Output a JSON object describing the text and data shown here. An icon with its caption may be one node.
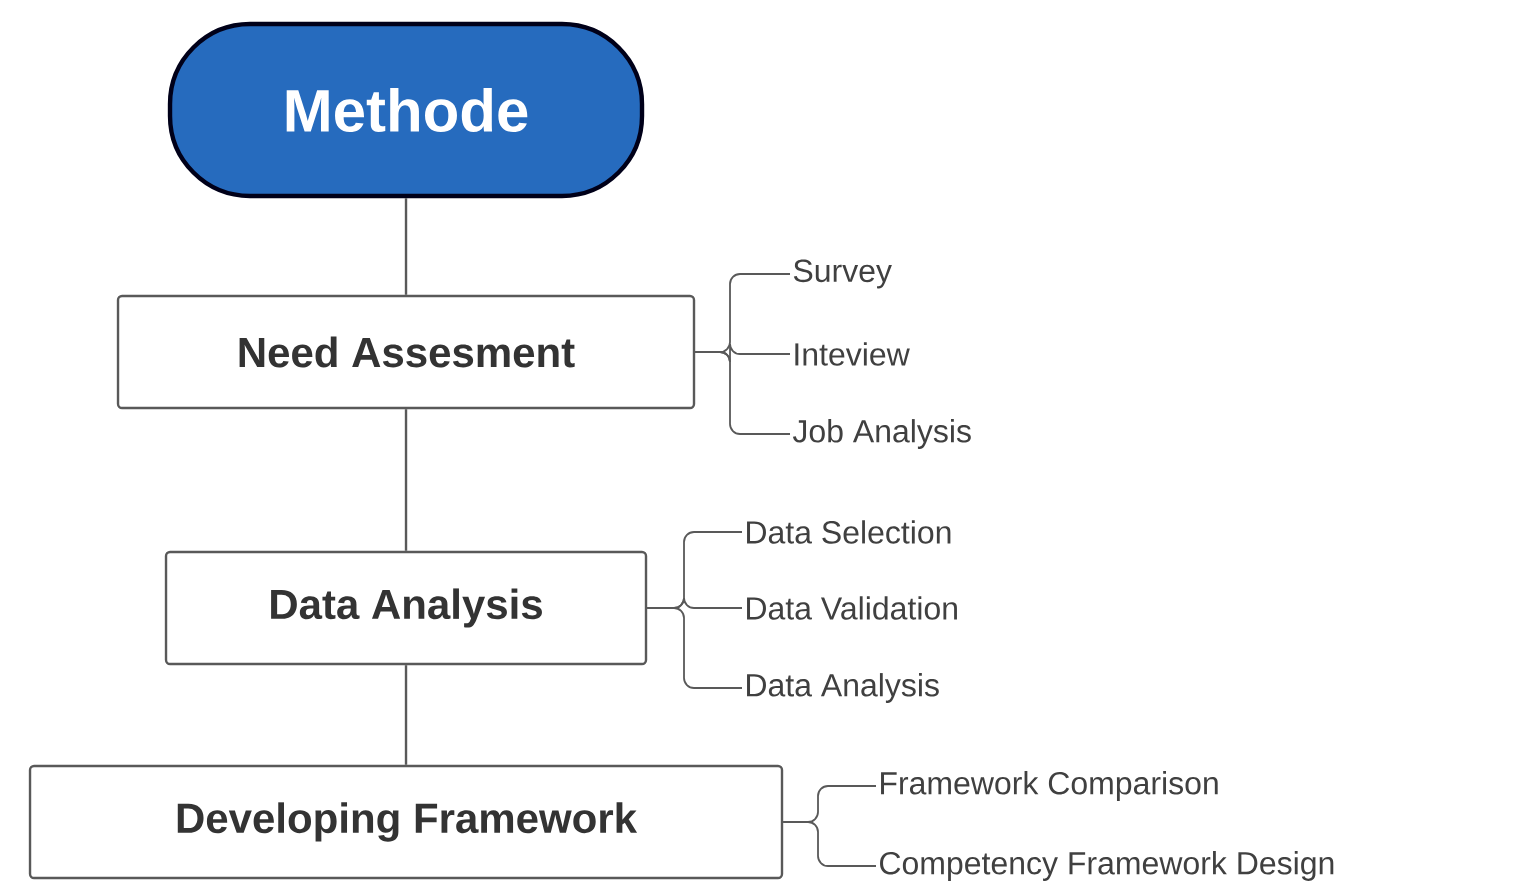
{
  "diagram": {
    "nodes": [
      {
        "text": [
          "Methode"
        ]
      },
      {
        "text": [
          "Need Assesment"
        ]
      },
      {
        "text": [
          "Survey"
        ]
      },
      {
        "text": [
          "Inteview"
        ]
      },
      {
        "text": [
          "Job Analysis"
        ]
      },
      {
        "text": [
          "Data Analysis"
        ]
      },
      {
        "text": [
          "Data Selection"
        ]
      },
      {
        "text": [
          "Data Validation"
        ]
      },
      {
        "text": [
          "Data Analysis"
        ]
      },
      {
        "text": [
          "Developing Framework"
        ]
      },
      {
        "text": [
          "Framework Comparison"
        ]
      },
      {
        "text": [
          "Competency Framework Design"
        ]
      }
    ],
    "edges": [
      {
        "from": 0,
        "to": 1,
        "arrow": "none"
      },
      {
        "from": 1,
        "to": 5,
        "arrow": "none"
      },
      {
        "from": 5,
        "to": 9,
        "arrow": "none"
      },
      {
        "from": 1,
        "to": 2,
        "arrow": "none"
      },
      {
        "from": 1,
        "to": 3,
        "arrow": "none"
      },
      {
        "from": 1,
        "to": 4,
        "arrow": "none"
      },
      {
        "from": 5,
        "to": 6,
        "arrow": "none"
      },
      {
        "from": 5,
        "to": 7,
        "arrow": "none"
      },
      {
        "from": 5,
        "to": 8,
        "arrow": "none"
      },
      {
        "from": 9,
        "to": 10,
        "arrow": "none"
      },
      {
        "from": 9,
        "to": 11,
        "arrow": "none"
      }
    ]
  }
}
